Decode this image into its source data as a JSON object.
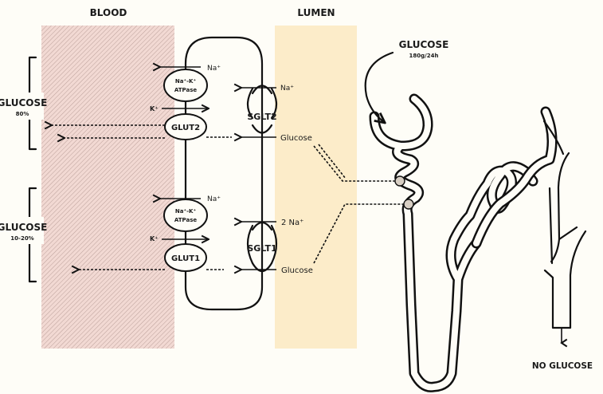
{
  "regions": {
    "blood": {
      "label": "BLOOD",
      "color": "#f2d9d3"
    },
    "lumen": {
      "label": "LUMEN",
      "color": "#fcecc9"
    }
  },
  "brackets": [
    {
      "label": "GLUCOSE",
      "sub": "80%"
    },
    {
      "label": "GLUCOSE",
      "sub": "10-20%"
    }
  ],
  "upper_cell": {
    "pump_line1": "Na⁺-K⁺",
    "pump_line2": "ATPase",
    "na_out": "Na⁺",
    "k_in": "K⁺",
    "glut": "GLUT2",
    "sglt": "SGLT2",
    "sglt_na": "Na⁺",
    "sglt_glucose": "Glucose"
  },
  "lower_cell": {
    "pump_line1": "Na⁺-K⁺",
    "pump_line2": "ATPase",
    "na_out": "Na⁺",
    "k_in": "K⁺",
    "glut": "GLUT1",
    "sglt": "SGLT1",
    "sglt_na": "2 Na⁺",
    "sglt_glucose": "Glucose"
  },
  "nephron": {
    "filtered_label": "GLUCOSE",
    "filtered_amount": "180g/24h",
    "output_label": "NO GLUCOSE"
  },
  "colors": {
    "ink": "#111111",
    "background": "#fefdf7",
    "marker": "#d8cfc4"
  }
}
